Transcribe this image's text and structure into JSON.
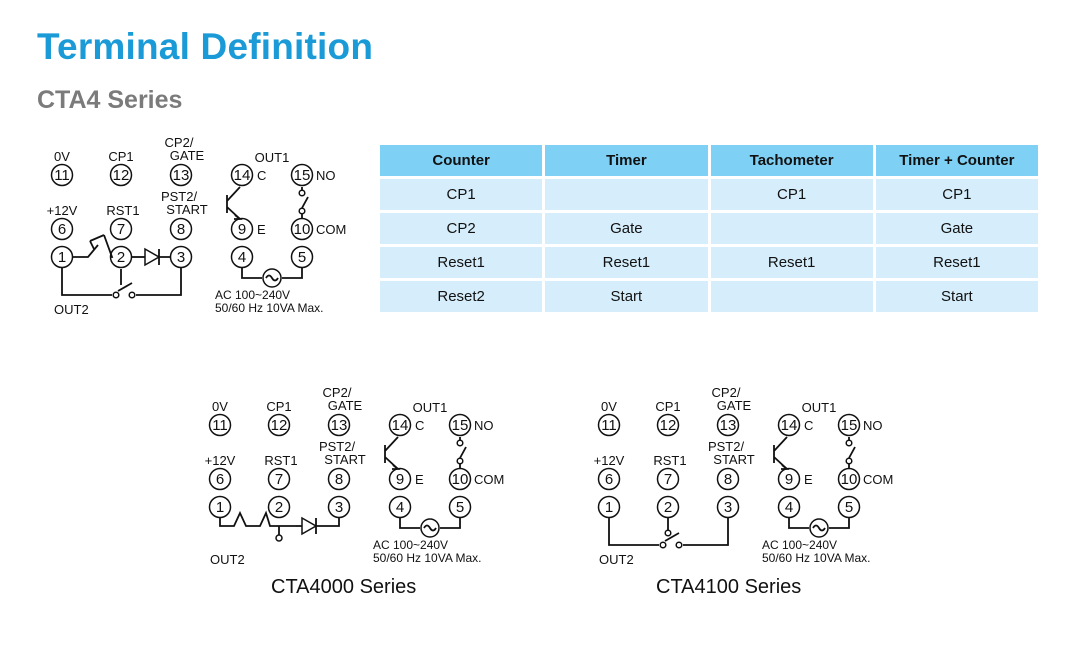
{
  "title": "Terminal Definition",
  "subtitle": "CTA4 Series",
  "terminal": {
    "t1": "1",
    "t2": "2",
    "t3": "3",
    "t4": "4",
    "t5": "5",
    "t6": "6",
    "t7": "7",
    "t8": "8",
    "t9": "9",
    "t10": "10",
    "t11": "11",
    "t12": "12",
    "t13": "13",
    "t14": "14",
    "t15": "15"
  },
  "labels": {
    "zero_v": "0V",
    "cp1": "CP1",
    "cp2": "CP2/",
    "gate": "GATE",
    "plus12v": "+12V",
    "rst1": "RST1",
    "pst2": "PST2/",
    "start": "START",
    "out1": "OUT1",
    "c": "C",
    "no": "NO",
    "e": "E",
    "com": "COM",
    "out2": "OUT2",
    "ac_line1": "AC 100~240V",
    "ac_line2": "50/60 Hz 10VA Max."
  },
  "table": {
    "headers": [
      "Counter",
      "Timer",
      "Tachometer",
      "Timer + Counter"
    ],
    "rows": [
      [
        "CP1",
        "",
        "CP1",
        "CP1"
      ],
      [
        "CP2",
        "Gate",
        "",
        "Gate"
      ],
      [
        "Reset1",
        "Reset1",
        "Reset1",
        "Reset1"
      ],
      [
        "Reset2",
        "Start",
        "",
        "Start"
      ]
    ]
  },
  "series": {
    "cta4000": "CTA4000 Series",
    "cta4100": "CTA4100 Series"
  }
}
